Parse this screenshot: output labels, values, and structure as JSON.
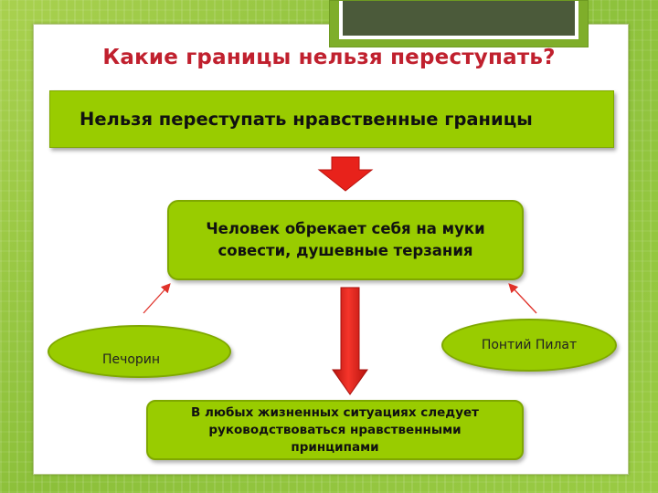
{
  "title": "Какие границы нельзя переступать?",
  "banner": "Нельзя переступать нравственные границы",
  "middle_box": {
    "line1": "Человек обрекает себя на муки",
    "line2": "совести, душевные терзания"
  },
  "left_oval": "Печорин",
  "right_oval": "Понтий Пилат",
  "bottom_box": {
    "line1": "В любых жизненных ситуациях следует",
    "line2": "руководствоваться нравственными",
    "line3": "принципами"
  },
  "colors": {
    "title": "#c0202e",
    "box_fill": "#99cc00",
    "arrow_red": "#e8221b",
    "thin_arrow": "#e0322a"
  }
}
